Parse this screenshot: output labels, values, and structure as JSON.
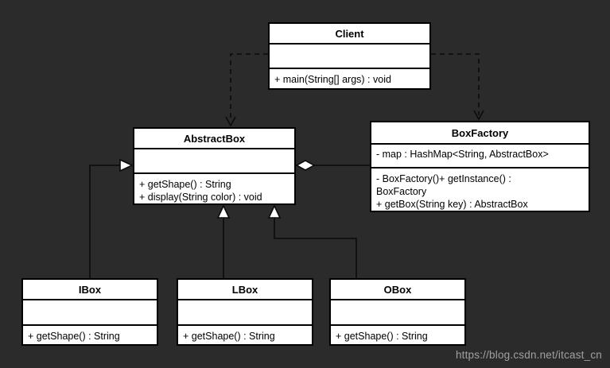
{
  "colors": {
    "bg": "#2b2b2b",
    "box_fill": "#ffffff",
    "box_border": "#000000",
    "text": "#000000",
    "line": "#0b0b0b",
    "arrow_fill": "#ffffff",
    "watermark": "#a0a0a0"
  },
  "watermark": "https://blog.csdn.net/itcast_cn",
  "classes": {
    "client": {
      "title": "Client",
      "attributes": [],
      "methods": [
        "+ main(String[] args) : void"
      ]
    },
    "abstract_box": {
      "title": "AbstractBox",
      "attributes": [],
      "methods": [
        "+ getShape() : String",
        "+ display(String color) : void"
      ]
    },
    "box_factory": {
      "title": "BoxFactory",
      "attributes": [
        "- map : HashMap<String, AbstractBox>"
      ],
      "methods": [
        "- BoxFactory()+ getInstance() :",
        "BoxFactory",
        "+ getBox(String key) : AbstractBox"
      ]
    },
    "ibox": {
      "title": "IBox",
      "attributes": [],
      "methods": [
        "+ getShape() : String"
      ]
    },
    "lbox": {
      "title": "LBox",
      "attributes": [],
      "methods": [
        "+ getShape() : String"
      ]
    },
    "obox": {
      "title": "OBox",
      "attributes": [],
      "methods": [
        "+ getShape() : String"
      ]
    }
  },
  "relationships": [
    {
      "from": "Client",
      "to": "AbstractBox",
      "type": "dependency-dashed-arrow"
    },
    {
      "from": "Client",
      "to": "BoxFactory",
      "type": "dependency-dashed-arrow"
    },
    {
      "from": "IBox",
      "to": "AbstractBox",
      "type": "generalization-hollow-triangle"
    },
    {
      "from": "LBox",
      "to": "AbstractBox",
      "type": "generalization-hollow-triangle"
    },
    {
      "from": "OBox",
      "to": "AbstractBox",
      "type": "generalization-hollow-triangle"
    },
    {
      "from": "BoxFactory",
      "to": "AbstractBox",
      "type": "aggregation-hollow-diamond"
    }
  ]
}
